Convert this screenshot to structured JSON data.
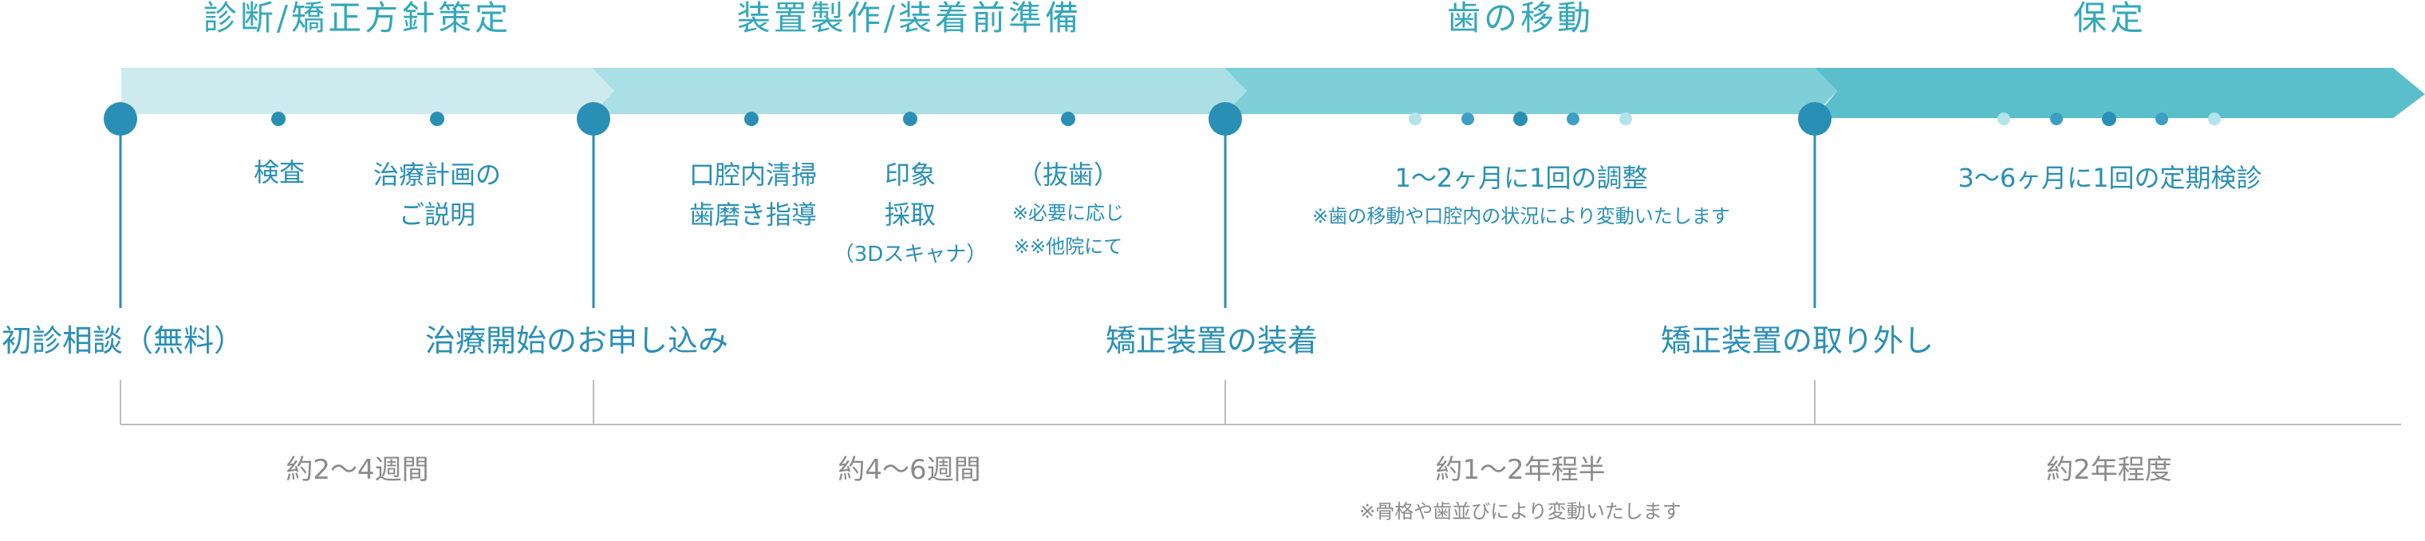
{
  "phases": [
    {
      "title": "診断/矯正方針策定",
      "color": "#cdebef"
    },
    {
      "title": "装置製作/装着前準備",
      "color": "#a9dfe5"
    },
    {
      "title": "歯の移動",
      "color": "#7ecfd8"
    },
    {
      "title": "保定",
      "color": "#5bbfcb"
    }
  ],
  "phase1": {
    "exam": "検査",
    "plan_line1": "治療計画の",
    "plan_line2": "ご説明"
  },
  "phase2": {
    "col1_line1": "口腔内清掃",
    "col1_line2": "歯磨き指導",
    "col2_line1": "印象",
    "col2_line2": "採取",
    "col2_note": "（3Dスキャナ）",
    "col3_line1": "（抜歯）",
    "col3_note1": "※必要に応じ",
    "col3_note2": "※※他院にて"
  },
  "phase3": {
    "main": "1〜2ヶ月に1回の調整",
    "note": "※歯の移動や口腔内の状況により変動いたします"
  },
  "phase4": {
    "main": "3〜6ヶ月に1回の定期検診"
  },
  "milestones": {
    "m1": "初診相談（無料）",
    "m2": "治療開始のお申し込み",
    "m3": "矯正装置の装着",
    "m4": "矯正装置の取り外し"
  },
  "durations": {
    "d1": "約2〜4週間",
    "d2": "約4〜6週間",
    "d3": "約1〜2年程半",
    "d3_note": "※骨格や歯並びにより変動いたします",
    "d4": "約2年程度"
  },
  "colors": {
    "accent": "#2a8fb5",
    "milestone_dot": "#2a8fb5",
    "duration_text": "#8b8b8b",
    "divider": "#bdbdbd"
  }
}
